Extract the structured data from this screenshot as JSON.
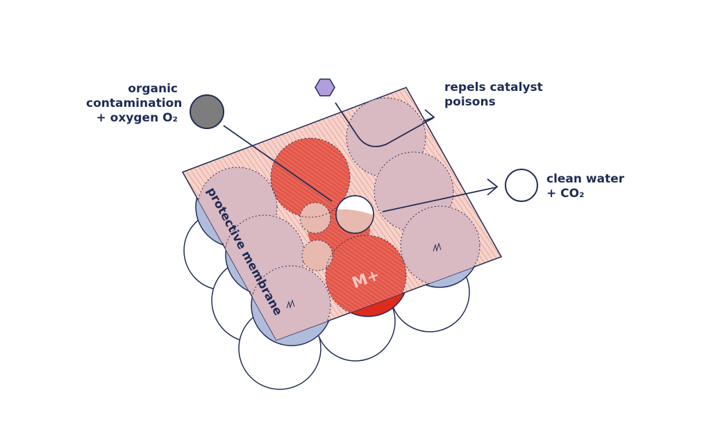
{
  "labels": {
    "organic": {
      "line1": "organic",
      "line2": "contamination",
      "line3": "+ oxygen O₂"
    },
    "repels": {
      "line1": "repels catalyst",
      "line2": "poisons"
    },
    "clean_water": {
      "line1": "clean water",
      "line2": "+ CO₂"
    },
    "membrane": "protective membrane",
    "metal_ion": "M+"
  },
  "colors": {
    "outline": "#1e2b55",
    "membrane_fill": "#f6c9c2",
    "membrane_hatch": "#e5826f",
    "particle_pink": "#d9b9c2",
    "catalyst_red": "#e2574a",
    "catalyst_red_deep": "#dc2a1c",
    "support_blue": "#b1bcdc",
    "contaminant_grey": "#7d7d7d",
    "poison_purple": "#b09fdc",
    "small_sphere": "#e8b9ae"
  },
  "icons": {
    "contaminant": "grey-sphere-icon",
    "poison": "purple-hexagon-icon",
    "product": "white-sphere-icon"
  }
}
